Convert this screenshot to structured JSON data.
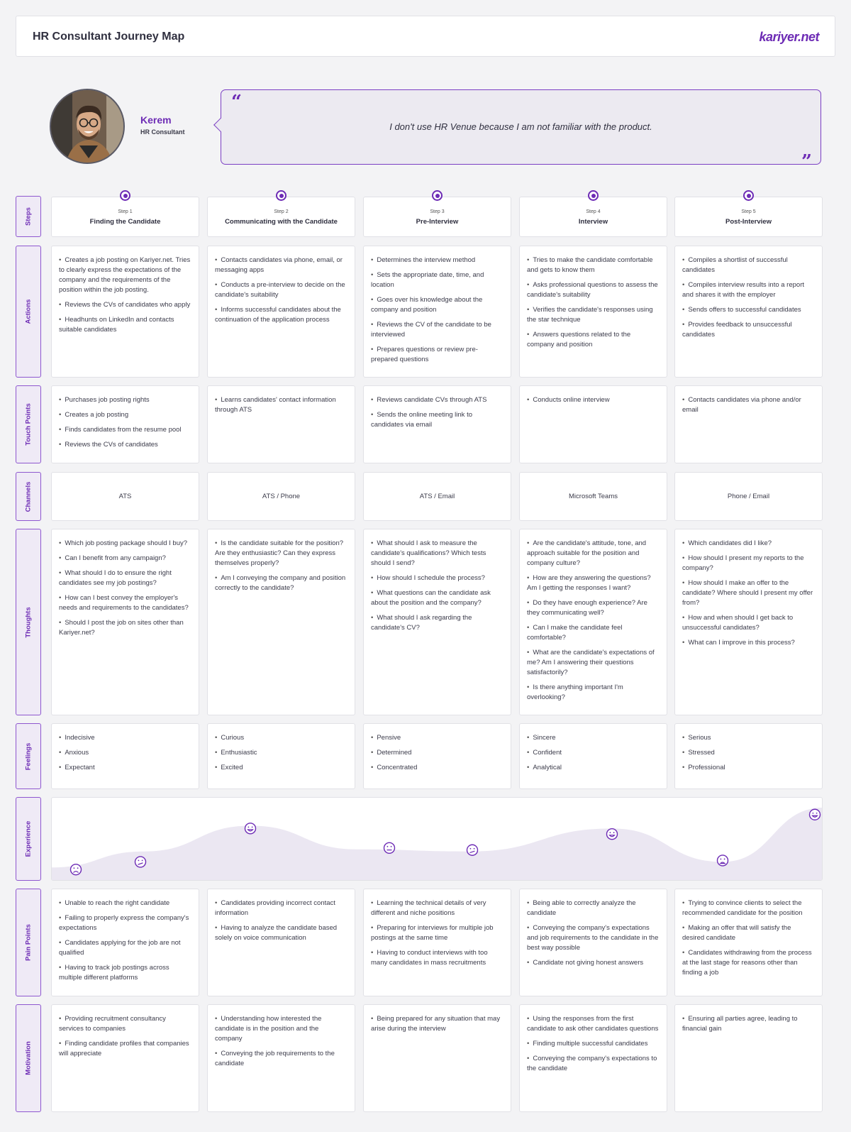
{
  "header": {
    "title": "HR Consultant Journey Map",
    "logo": "kariyer.net"
  },
  "persona": {
    "name": "Kerem",
    "role": "HR Consultant",
    "quote": "I don't use HR Venue because I am not familiar with the product.",
    "quote_open": "“",
    "quote_close": "”"
  },
  "labels": {
    "steps": "Steps",
    "actions": "Actions",
    "touch_points": "Touch Points",
    "channels": "Channels",
    "thoughts": "Thoughts",
    "feelings": "Feelings",
    "experience": "Experience",
    "pain_points": "Pain Points",
    "motivation": "Motivation"
  },
  "steps": [
    {
      "no": "Step 1",
      "title": "Finding the Candidate"
    },
    {
      "no": "Step 2",
      "title": "Communicating with the Candidate"
    },
    {
      "no": "Step 3",
      "title": "Pre-Interview"
    },
    {
      "no": "Step 4",
      "title": "Interview"
    },
    {
      "no": "Step 5",
      "title": "Post-Interview"
    }
  ],
  "actions": [
    [
      "Creates a job posting on Kariyer.net. Tries to clearly express the expectations of the company and the requirements of the position within the job posting.",
      "Reviews the CVs of candidates who apply",
      "Headhunts on LinkedIn and contacts suitable candidates"
    ],
    [
      "Contacts candidates via phone, email, or messaging apps",
      "Conducts a pre-interview to decide on the candidate's suitability",
      "Informs successful candidates about the continuation of the application process"
    ],
    [
      "Determines the interview method",
      "Sets the appropriate date, time, and location",
      "Goes over his knowledge about the company and position",
      "Reviews the CV of the candidate to be interviewed",
      "Prepares questions or review pre-prepared questions"
    ],
    [
      "Tries to make the candidate comfortable and gets to know them",
      "Asks professional questions to assess the candidate's suitability",
      "Verifies the candidate's responses using the star technique",
      "Answers questions related to the company and position"
    ],
    [
      "Compiles a shortlist of successful candidates",
      "Compiles interview results into a report and shares it with the employer",
      "Sends offers to successful candidates",
      "Provides feedback to unsuccessful candidates"
    ]
  ],
  "touch_points": [
    [
      "Purchases job posting rights",
      "Creates a job posting",
      "Finds candidates from the resume pool",
      "Reviews the CVs of candidates"
    ],
    [
      "Learns candidates' contact information through ATS"
    ],
    [
      "Reviews candidate CVs through ATS",
      "Sends the online meeting link to candidates via email"
    ],
    [
      "Conducts online interview"
    ],
    [
      "Contacts candidates via phone and/or email"
    ]
  ],
  "channels": [
    "ATS",
    "ATS / Phone",
    "ATS / Email",
    "Microsoft Teams",
    "Phone / Email"
  ],
  "thoughts": [
    [
      "Which job posting package should I buy?",
      "Can I benefit from any campaign?",
      "What should I do to ensure the right candidates see my job postings?",
      "How can I best convey the employer's needs and requirements to the candidates?",
      "Should I post the job on sites other than Kariyer.net?"
    ],
    [
      "Is the candidate suitable for the position? Are they enthusiastic? Can they express themselves properly?",
      "Am I conveying the company and position correctly to the candidate?"
    ],
    [
      "What should I ask to measure the candidate's qualifications? Which tests should I send?",
      "How should I schedule the process?",
      "What questions can the candidate ask about the position and the company?",
      "What should I ask regarding the candidate's CV?"
    ],
    [
      "Are the candidate's attitude, tone, and approach suitable for the position and company culture?",
      "How are they answering the questions? Am I getting the responses I want?",
      "Do they have enough experience? Are they communicating well?",
      "Can I make the candidate feel comfortable?",
      "What are the candidate's expectations of me? Am I answering their questions satisfactorily?",
      "Is there anything important I'm overlooking?"
    ],
    [
      "Which candidates did I like?",
      "How should I present my reports to the company?",
      "How should I make an offer to the candidate? Where should I present my offer from?",
      "How and when should I get back to unsuccessful candidates?",
      "What can I improve in this process?"
    ]
  ],
  "feelings": [
    [
      "Indecisive",
      "Anxious",
      "Expectant"
    ],
    [
      "Curious",
      "Enthusiastic",
      "Excited"
    ],
    [
      "Pensive",
      "Determined",
      "Concentrated"
    ],
    [
      "Sincere",
      "Confident",
      "Analytical"
    ],
    [
      "Serious",
      "Stressed",
      "Professional"
    ]
  ],
  "experience": {
    "colors": {
      "accent": "#6d2bb5",
      "fill": "#ebe7f2"
    },
    "emotions": [
      {
        "icon": "frowning-face-icon",
        "level": 0.09
      },
      {
        "icon": "confused-face-icon",
        "level": 0.2
      },
      {
        "icon": "grinning-face-icon",
        "level": 0.68
      },
      {
        "icon": "neutral-face-icon",
        "level": 0.4
      },
      {
        "icon": "confused-face-icon",
        "level": 0.37
      },
      {
        "icon": "grinning-face-icon",
        "level": 0.6
      },
      {
        "icon": "tired-face-icon",
        "level": 0.22
      },
      {
        "icon": "grinning-face-icon",
        "level": 0.88
      }
    ]
  },
  "pain_points": [
    [
      "Unable to reach the right candidate",
      "Failing to properly express the company's expectations",
      "Candidates applying for the job are not qualified",
      "Having to track job postings across multiple different platforms"
    ],
    [
      "Candidates providing incorrect contact information",
      "Having to analyze the candidate based solely on voice communication"
    ],
    [
      "Learning the technical details of very different and niche positions",
      "Preparing for interviews for multiple job postings at the same time",
      "Having to conduct interviews with too many candidates in mass recruitments"
    ],
    [
      "Being able to correctly analyze the candidate",
      "Conveying the company's expectations and job requirements to the candidate in the best way possible",
      "Candidate not giving honest answers"
    ],
    [
      "Trying to convince clients to select the recommended candidate for the position",
      "Making an offer that will satisfy the desired candidate",
      "Candidates withdrawing from the process at the last stage for reasons other than finding a job"
    ]
  ],
  "motivation": [
    [
      "Providing recruitment consultancy services to companies",
      "Finding candidate profiles that companies will appreciate"
    ],
    [
      "Understanding how interested the candidate is in the position and the company",
      "Conveying the job requirements to the candidate"
    ],
    [
      "Being prepared for any situation that may arise during the interview"
    ],
    [
      "Using the responses from the first candidate to ask other candidates questions",
      "Finding multiple successful candidates",
      "Conveying the company's expectations to the candidate"
    ],
    [
      "Ensuring all parties agree, leading to financial gain"
    ]
  ]
}
